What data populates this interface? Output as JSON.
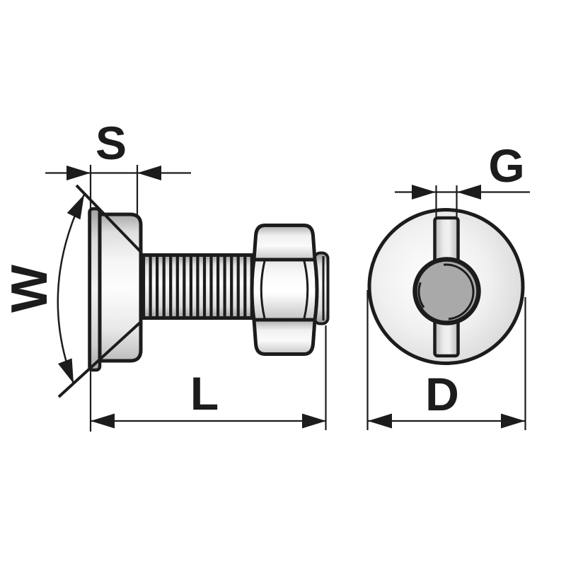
{
  "drawing": {
    "dimension_labels": {
      "s": "S",
      "w": "W",
      "l": "L",
      "g": "G",
      "d": "D"
    },
    "colors": {
      "background": "#ffffff",
      "outline": "#1c1c1c",
      "metal_highlight": "#fdfdfd",
      "metal_light": "#f2f2f2",
      "metal_mid": "#d9d9d9",
      "metal_dark": "#a9a9a9",
      "shaft_end_gray": "#a9a9a9"
    }
  }
}
